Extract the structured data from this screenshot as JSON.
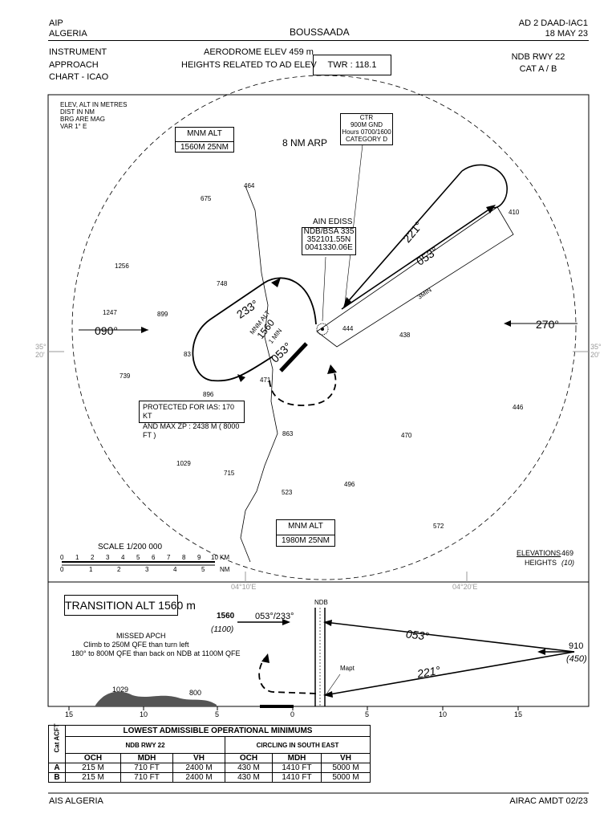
{
  "header": {
    "aip": "AIP",
    "country": "ALGERIA",
    "title": "BOUSSAADA",
    "ref": "AD 2  DAAD-IAC1",
    "date": "18 MAY 23"
  },
  "chart_info": {
    "line1": "INSTRUMENT",
    "line2": "APPROACH",
    "line3": "CHART - ICAO",
    "elev": "AERODROME ELEV 459 m",
    "heights": "HEIGHTS  RELATED TO AD ELEV",
    "twr": "TWR : 118.1",
    "procedure": "NDB RWY 22",
    "category": "CAT A / B"
  },
  "plan": {
    "notes": [
      "ELEV, ALT IN METRES",
      "DIST IN NM",
      "BRG ARE MAG",
      "VAR 1° E"
    ],
    "mnm_alt_top": {
      "title": "MNM ALT",
      "value": "1560M    25NM"
    },
    "mnm_alt_bottom": {
      "title": "MNM ALT",
      "value": "1980M    25NM"
    },
    "ring_label": "8 NM ARP",
    "ctr": [
      "CTR",
      "900M GND",
      "Hours 0700/1600",
      "CATEGORY D"
    ],
    "ndb": [
      "AIN EDISS",
      "NDB/BSA 335",
      "352101.55N",
      "0041330.06E"
    ],
    "bearings": {
      "inbound_west": "090°",
      "outbound_east": "270°",
      "b221": "221°",
      "b053_upper": "053°",
      "b053_lower": "053°",
      "b233": "233°"
    },
    "holding": {
      "mnm_alt": "MNM ALT",
      "alt": "1560",
      "time": "1 MIN"
    },
    "three_min": "3MIN",
    "protected": [
      "PROTECTED FOR  IAS: 170  KT",
      "AND  MAX ZP :  2438 M  ( 8000 FT )"
    ],
    "spot_elevations": [
      "464",
      "675",
      "1256",
      "748",
      "1247",
      "899",
      "83",
      "739",
      "896",
      "471",
      "444",
      "438",
      "410",
      "863",
      "470",
      "446",
      "1029",
      "715",
      "523",
      "496",
      "572"
    ],
    "lat": [
      "35°",
      "20'"
    ],
    "long_left": "04°10'E",
    "long_right": "04°20'E",
    "scale": {
      "label": "SCALE  1/200 000",
      "km_ticks": [
        "0",
        "1",
        "2",
        "3",
        "4",
        "5",
        "6",
        "7",
        "8",
        "9",
        "10"
      ],
      "km_unit": "KM",
      "nm_ticks": [
        "0",
        "1",
        "2",
        "3",
        "4",
        "5"
      ],
      "nm_unit": "NM"
    },
    "elevations_legend": {
      "label1": "ELEVATIONS",
      "value1": "469",
      "label2": "HEIGHTS",
      "value2": "(10)"
    }
  },
  "profile": {
    "transition": "TRANSITION ALT 1560 m",
    "missed": [
      "MISSED APCH",
      "Climb to 250M QFE than turn left",
      "180° to 800M QFE than back on NDB at 1100M QFE"
    ],
    "alt_1560": "1560",
    "alt_1100": "(1100)",
    "track_label": "053°/233°",
    "ndb_label": "NDB",
    "b053": "053°",
    "b221": "221°",
    "alt_910": "910",
    "alt_450": "(450)",
    "mapt": "Mapt",
    "terrain1": "1029",
    "terrain2": "800",
    "dist_ticks": [
      "15",
      "10",
      "5",
      "0",
      "5",
      "10",
      "15"
    ]
  },
  "minima": {
    "title": "LOWEST ADMISSIBLE OPERATIONAL  MINIMUMS",
    "cat_label": "Cat ACFT",
    "group1": "NDB RWY 22",
    "group2": "CIRCLING IN SOUTH EAST",
    "cols": [
      "OCH",
      "MDH",
      "VH",
      "OCH",
      "MDH",
      "VH"
    ],
    "rows": [
      {
        "cat": "A",
        "cells": [
          "215 M",
          "710  FT",
          "2400  M",
          "430 M",
          "1410 FT",
          "5000 M"
        ]
      },
      {
        "cat": "B",
        "cells": [
          "215 M",
          "710  FT",
          "2400  M",
          "430 M",
          "1410 FT",
          "5000 M"
        ]
      }
    ]
  },
  "footer": {
    "left": "AIS ALGERIA",
    "right": "AIRAC AMDT  02/23"
  }
}
